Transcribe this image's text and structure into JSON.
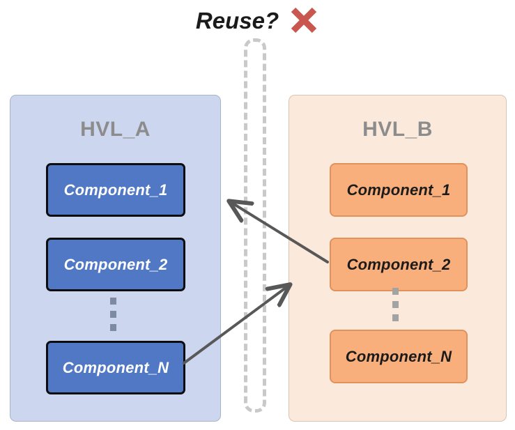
{
  "title": {
    "text": "Reuse?",
    "mark_icon": "red-x-icon",
    "mark_color": "#c9564f"
  },
  "colors": {
    "panel_a_bg": "#ccd6ef",
    "panel_b_bg": "#fbe9db",
    "component_a_fill": "#5078c4",
    "component_a_border": "#0d0d0d",
    "component_a_text": "#ffffff",
    "component_b_fill": "#f9af7c",
    "component_b_border": "#e0915c",
    "component_b_text": "#1b1b1b",
    "panel_title_text": "#8c8c8c",
    "divider_dash": "#c9c9c9",
    "arrow_stroke": "#585858"
  },
  "divider": {
    "name": "dashed-separator",
    "style": "dashed"
  },
  "panels": [
    {
      "id": "hvl-a",
      "title": "HVL_A",
      "components": [
        {
          "label": "Component_1"
        },
        {
          "label": "Component_2"
        },
        {
          "label": "Component_N"
        }
      ],
      "ellipsis": "vertical-dots"
    },
    {
      "id": "hvl-b",
      "title": "HVL_B",
      "components": [
        {
          "label": "Component_1"
        },
        {
          "label": "Component_2"
        },
        {
          "label": "Component_N"
        }
      ],
      "ellipsis": "vertical-dots"
    }
  ],
  "arrows": [
    {
      "name": "arrow-b2-to-a",
      "from": "HVL_B.Component_2",
      "to": "HVL_A",
      "direction": "right-to-left"
    },
    {
      "name": "arrow-an-to-b",
      "from": "HVL_A.Component_N",
      "to": "HVL_B",
      "direction": "left-to-right"
    }
  ]
}
